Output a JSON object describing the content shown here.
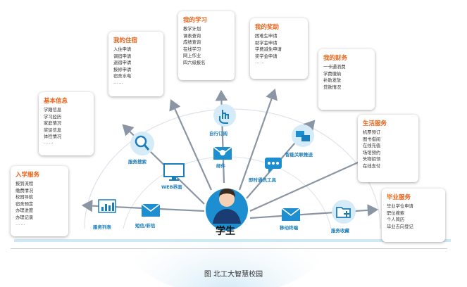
{
  "cards": [
    {
      "id": "admission",
      "title": "入学服务",
      "items": [
        "报到流程",
        "缴费情况",
        "校园导航",
        "宿舍预定",
        "办理进度",
        "办理记录"
      ],
      "more": "……"
    },
    {
      "id": "basic",
      "title": "基本信息",
      "items": [
        "学籍信息",
        "学习经历",
        "家庭情况",
        "奖惩信息",
        "体检情况"
      ],
      "more": "……"
    },
    {
      "id": "housing",
      "title": "我的住宿",
      "items": [
        "入住申请",
        "调宿申请",
        "退宿申请",
        "报修申请",
        "宿舍水电"
      ],
      "more": "……"
    },
    {
      "id": "study",
      "title": "我的学习",
      "items": [
        "教学计划",
        "课表查询",
        "成绩查询",
        "在线学习",
        "网上作业",
        "四六级报名"
      ],
      "more": ""
    },
    {
      "id": "awards",
      "title": "我的奖助",
      "items": [
        "困难生申请",
        "助学金申请",
        "学费减免申请",
        "奖学金申请"
      ],
      "more": "……"
    },
    {
      "id": "finance",
      "title": "我的财务",
      "items": [
        "一卡通消费",
        "学费缴纳",
        "补助发放",
        "贷款情况"
      ],
      "more": ""
    },
    {
      "id": "life",
      "title": "生活服务",
      "items": [
        "机票预订",
        "图书借阅",
        "在线充值",
        "场馆预约",
        "失物招领",
        "在线支付"
      ],
      "more": ""
    },
    {
      "id": "graduation",
      "title": "毕业服务",
      "items": [
        "毕业学位申请",
        "职位搜索",
        "个人简历",
        "毕业去向登记"
      ],
      "more": ""
    }
  ],
  "labels": {
    "service_list": "服务列表",
    "sms": "短信/彩信",
    "web": "WEB界面",
    "mail": "邮件",
    "search": "服务搜索",
    "subscribe": "自行订阅",
    "im": "即时通讯工具",
    "smart_push": "智能关联推送",
    "mobile": "移动终端",
    "favorites": "服务收藏",
    "student": "学生"
  },
  "caption": "图 北工大智慧校园",
  "colors": {
    "accent": "#e8641b",
    "blue": "#1a7dbb",
    "arrow": "#7a8794"
  }
}
